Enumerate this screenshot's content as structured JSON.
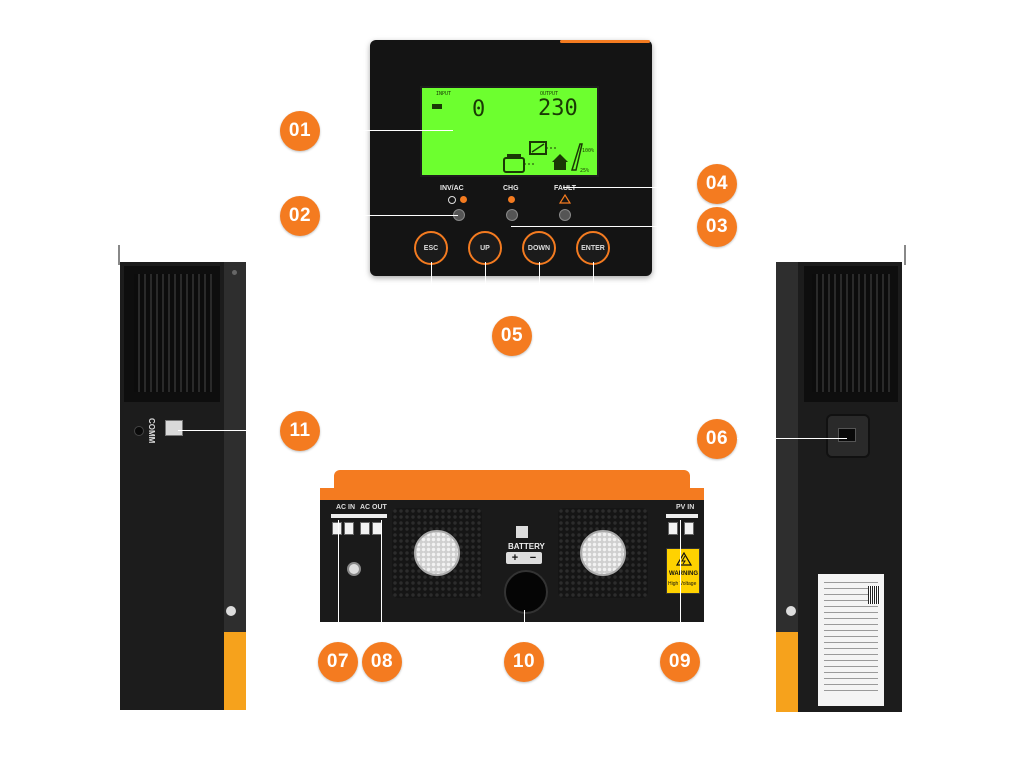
{
  "callouts": [
    "01",
    "02",
    "03",
    "04",
    "05",
    "06",
    "07",
    "08",
    "09",
    "10",
    "11"
  ],
  "lcd": {
    "input_label": "INPUT",
    "output_label": "OUTPUT",
    "input_value": "0",
    "output_value": "230",
    "pct_top": "100%",
    "pct_bottom": "25%"
  },
  "panel": {
    "led_inv_ac": "INV/AC",
    "led_chg": "CHG",
    "led_fault": "FAULT",
    "btn_esc": "ESC",
    "btn_up": "UP",
    "btn_down": "DOWN",
    "btn_enter": "ENTER"
  },
  "left_unit": {
    "port_label": "COMM"
  },
  "base_unit": {
    "ac_in": "AC IN",
    "ac_out": "AC OUT",
    "battery": "BATTERY",
    "pv_in": "PV IN",
    "warning": "WARNING",
    "high_voltage": "High Voltage"
  },
  "colors": {
    "callout": "#f47b20",
    "lcd": "#6dff2f",
    "accent": "#f6a21c",
    "body": "#1c1c1c"
  }
}
